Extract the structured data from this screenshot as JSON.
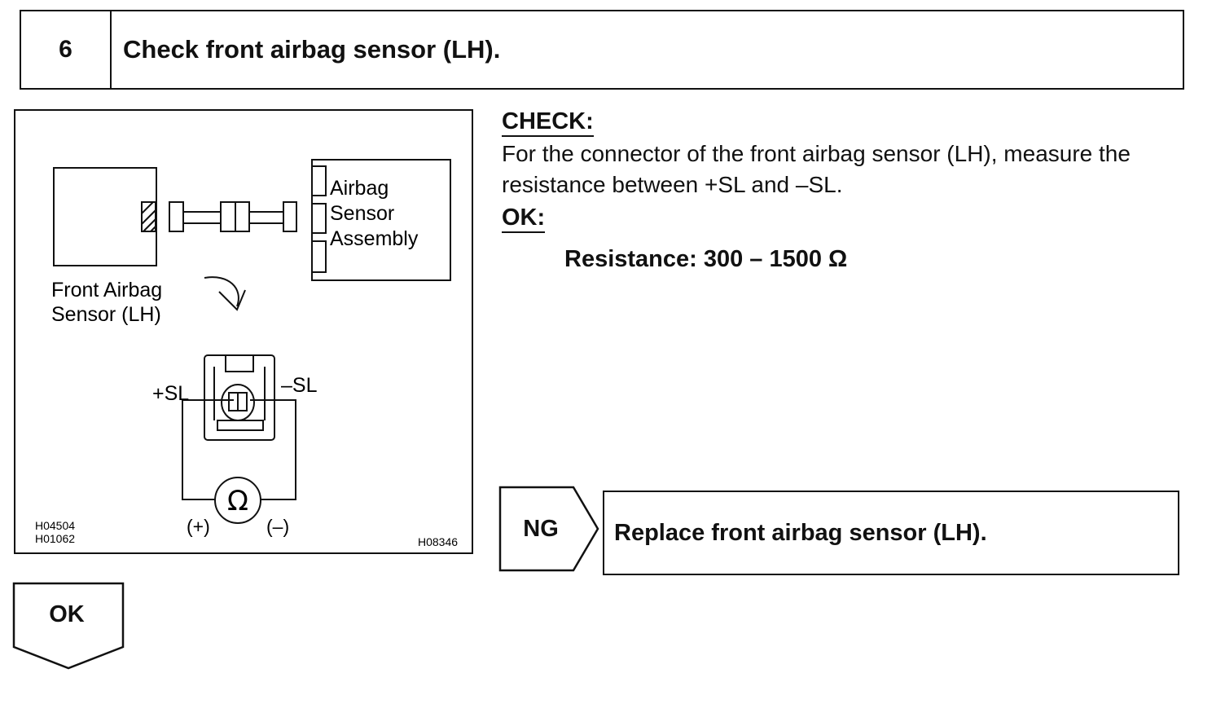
{
  "step": {
    "number": "6",
    "title": "Check front airbag sensor (LH)."
  },
  "figure": {
    "label_airbag_sensor_assembly_line1": "Airbag",
    "label_airbag_sensor_assembly_line2": "Sensor",
    "label_airbag_sensor_assembly_line3": "Assembly",
    "label_front_sensor_line1": "Front Airbag",
    "label_front_sensor_line2": "Sensor (LH)",
    "terminal_plus": "+SL",
    "terminal_minus": "–SL",
    "ohmmeter_symbol": "Ω",
    "probe_plus": "(+)",
    "probe_minus": "(–)",
    "code_1": "H04504",
    "code_2": "H01062",
    "code_3": "H08346"
  },
  "check": {
    "heading": "CHECK:",
    "line1": "For the connector of the front airbag sensor (LH), measure the",
    "line2": "resistance between +SL and –SL.",
    "ok_heading": "OK:",
    "spec": "Resistance: 300 – 1500 Ω"
  },
  "ng_branch": {
    "label": "NG",
    "action": "Replace front airbag sensor (LH)."
  },
  "ok_branch": {
    "label": "OK"
  }
}
